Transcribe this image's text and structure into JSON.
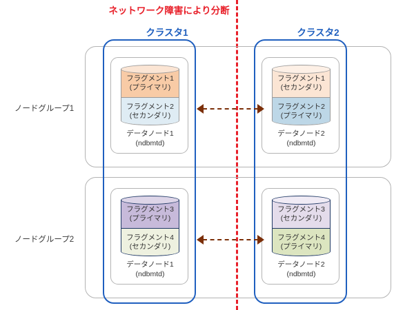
{
  "diagram": {
    "partition_caption": "ネットワーク障害により分断",
    "colors": {
      "partition_red": "#e8202a",
      "cluster_blue": "#1f5fbf",
      "arrow_brown": "#7b2e08",
      "box_gray": "#b3b3b3",
      "fragment_primary_orange": "#f8cba6",
      "fragment_secondary_orange": "#fbe5d4",
      "fragment_primary_blue": "#bdd7e7",
      "fragment_secondary_blue": "#dfecf4",
      "fragment_primary_purple": "#c7bada",
      "fragment_secondary_purple": "#e4dceb",
      "fragment_primary_green": "#dce5c0",
      "fragment_secondary_green": "#eef1e0"
    },
    "clusters": [
      {
        "label": "クラスタ1"
      },
      {
        "label": "クラスタ2"
      }
    ],
    "node_groups": [
      {
        "label": "ノードグループ1"
      },
      {
        "label": "ノードグループ2"
      }
    ],
    "data_nodes": [
      {
        "name_line1": "データノード1",
        "name_line2": "(ndbmtd)",
        "fragments": [
          {
            "name": "フラグメント1",
            "role": "(プライマリ)"
          },
          {
            "name": "フラグメント2",
            "role": "(セカンダリ)"
          }
        ]
      },
      {
        "name_line1": "データノード2",
        "name_line2": "(ndbmtd)",
        "fragments": [
          {
            "name": "フラグメント1",
            "role": "(セカンダリ)"
          },
          {
            "name": "フラグメント2",
            "role": "(プライマリ)"
          }
        ]
      },
      {
        "name_line1": "データノード1",
        "name_line2": "(ndbmtd)",
        "fragments": [
          {
            "name": "フラグメント3",
            "role": "(プライマリ)"
          },
          {
            "name": "フラグメント4",
            "role": "(セカンダリ)"
          }
        ]
      },
      {
        "name_line1": "データノード2",
        "name_line2": "(ndbmtd)",
        "fragments": [
          {
            "name": "フラグメント3",
            "role": "(セカンダリ)"
          },
          {
            "name": "フラグメント4",
            "role": "(プライマリ)"
          }
        ]
      }
    ]
  }
}
